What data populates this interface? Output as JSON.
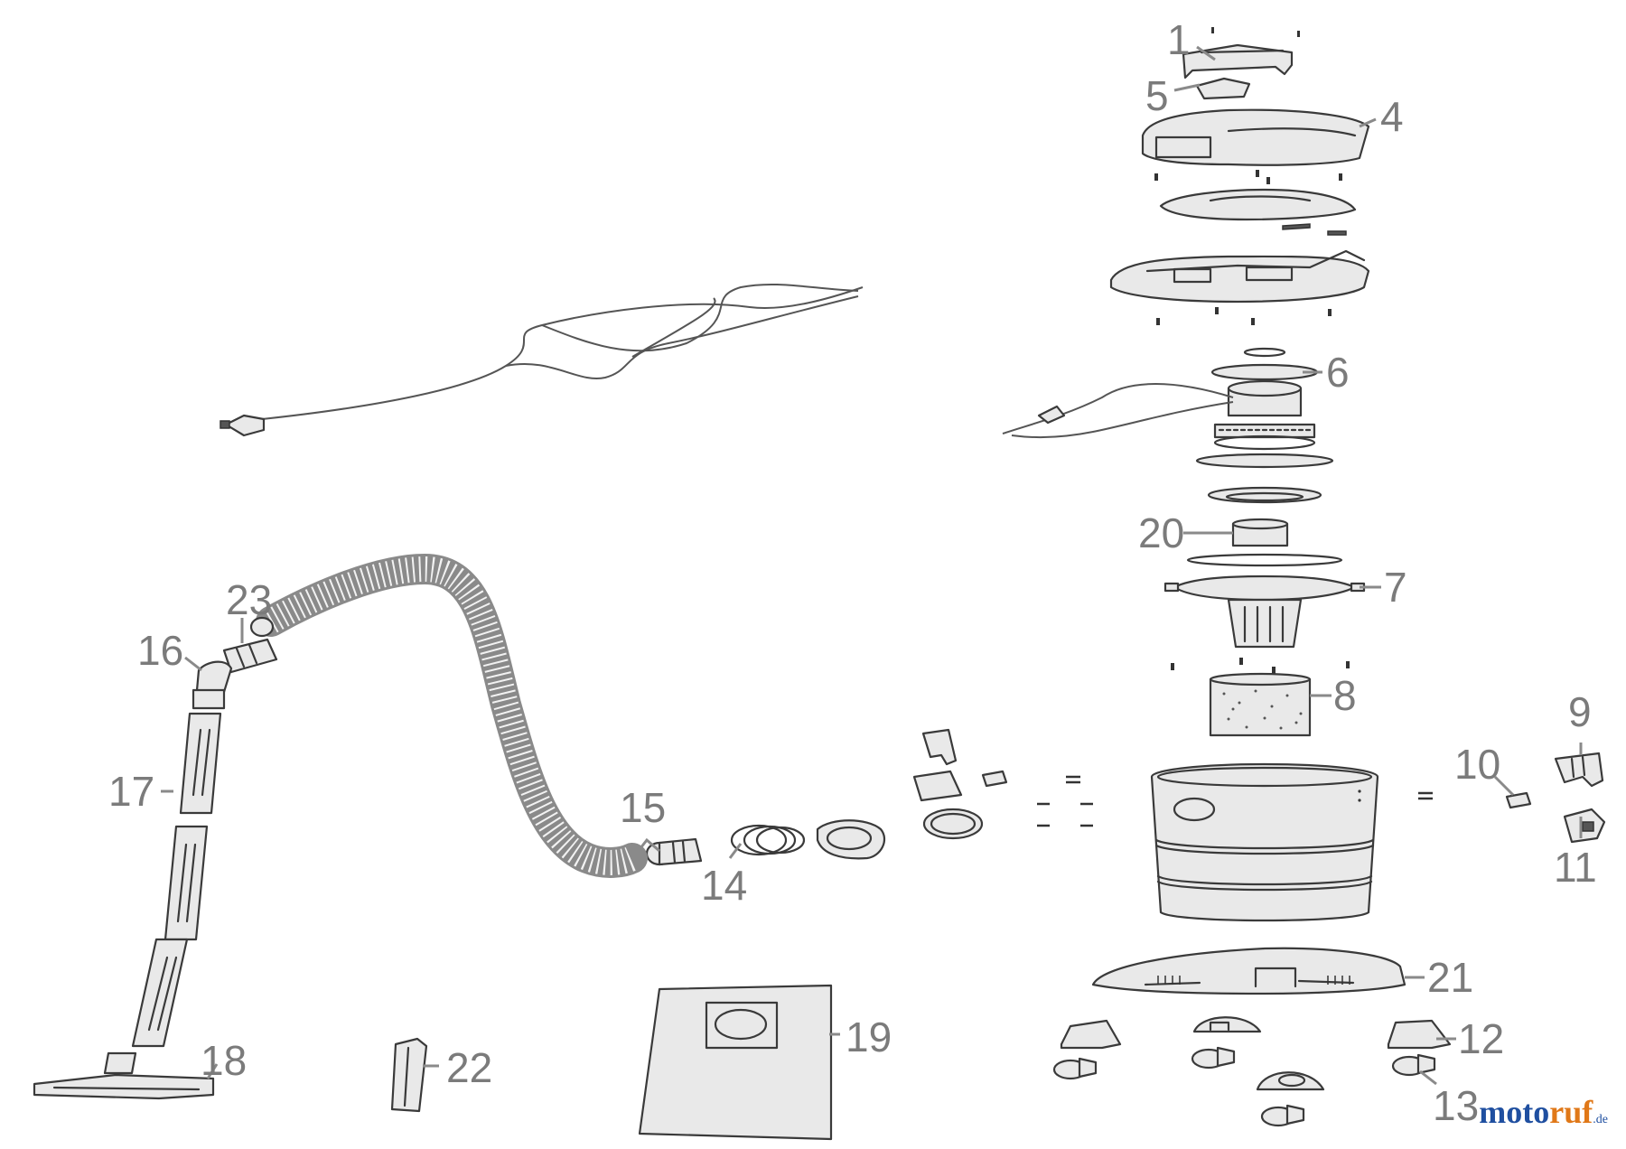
{
  "labels": [
    {
      "id": "1",
      "text": "1"
    },
    {
      "id": "4",
      "text": "4"
    },
    {
      "id": "5",
      "text": "5"
    },
    {
      "id": "6",
      "text": "6"
    },
    {
      "id": "7",
      "text": "7"
    },
    {
      "id": "8",
      "text": "8"
    },
    {
      "id": "9",
      "text": "9"
    },
    {
      "id": "10",
      "text": "10"
    },
    {
      "id": "11",
      "text": "11"
    },
    {
      "id": "12",
      "text": "12"
    },
    {
      "id": "13",
      "text": "13"
    },
    {
      "id": "14",
      "text": "14"
    },
    {
      "id": "15",
      "text": "15"
    },
    {
      "id": "16",
      "text": "16"
    },
    {
      "id": "17",
      "text": "17"
    },
    {
      "id": "18",
      "text": "18"
    },
    {
      "id": "19",
      "text": "19"
    },
    {
      "id": "20",
      "text": "20"
    },
    {
      "id": "21",
      "text": "21"
    },
    {
      "id": "22",
      "text": "22"
    },
    {
      "id": "23",
      "text": "23"
    }
  ],
  "watermark": {
    "brand_a": "moto",
    "brand_b": "ruf",
    "suffix": ".de"
  }
}
